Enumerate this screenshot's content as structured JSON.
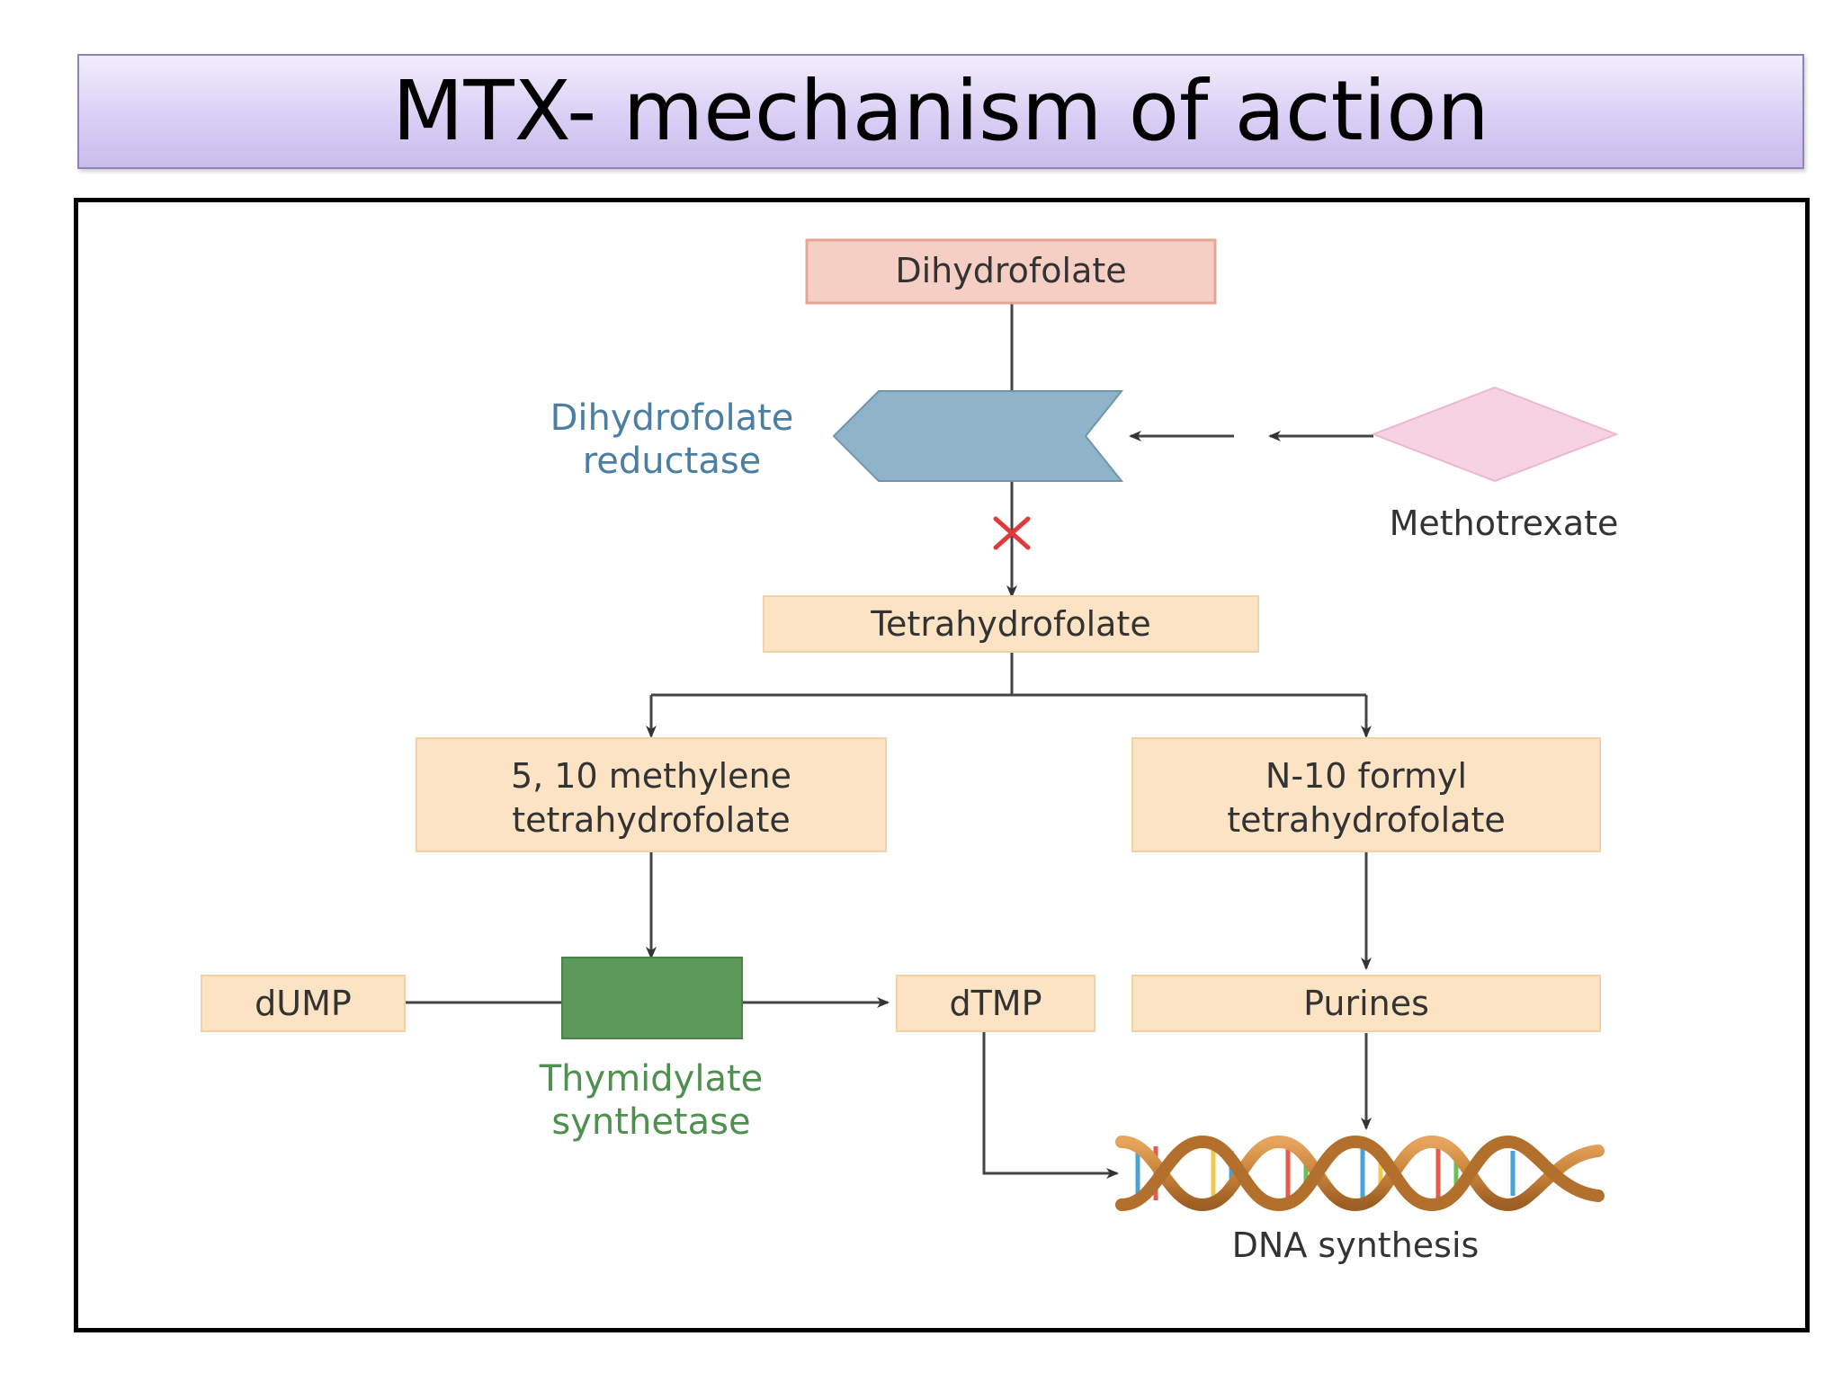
{
  "title": "MTX- mechanism of action",
  "colors": {
    "title_bar_top": "#f2eefc",
    "title_bar_bottom": "#c9bceb",
    "node_fill": "#fbe3c4",
    "node_fill_pink": "#f6cfc4",
    "enzyme_blue": "#8fb3c9",
    "enzyme_green": "#5c9a5c",
    "drug_pink": "#f7d3e2",
    "inhibit_red": "#e03a3a",
    "dna_orange": "#c9833a"
  },
  "diagram": {
    "nodes": {
      "dihydrofolate": "Dihydrofolate",
      "dhfr_line1": "Dihydrofolate",
      "dhfr_line2": "reductase",
      "methotrexate": "Methotrexate",
      "tetrahydrofolate": "Tetrahydrofolate",
      "methylene_line1": "5, 10 methylene",
      "methylene_line2": "tetrahydrofolate",
      "formyl_line1": "N-10 formyl",
      "formyl_line2": "tetrahydrofolate",
      "dump": "dUMP",
      "dtmp": "dTMP",
      "purines": "Purines",
      "ts_line1": "Thymidylate",
      "ts_line2": "synthetase",
      "dna_synthesis": "DNA synthesis"
    },
    "edges": [
      {
        "from": "Dihydrofolate",
        "to": "Dihydrofolate reductase"
      },
      {
        "from": "Dihydrofolate reductase",
        "to": "Tetrahydrofolate",
        "blocked": true
      },
      {
        "from": "Methotrexate",
        "to": "Dihydrofolate reductase",
        "type": "inhibition"
      },
      {
        "from": "Tetrahydrofolate",
        "to": "5, 10 methylene tetrahydrofolate"
      },
      {
        "from": "Tetrahydrofolate",
        "to": "N-10 formyl tetrahydrofolate"
      },
      {
        "from": "5, 10 methylene tetrahydrofolate",
        "to": "Thymidylate synthetase"
      },
      {
        "from": "dUMP",
        "to": "dTMP",
        "via": "Thymidylate synthetase"
      },
      {
        "from": "N-10 formyl tetrahydrofolate",
        "to": "Purines"
      },
      {
        "from": "Purines",
        "to": "DNA synthesis"
      },
      {
        "from": "dTMP",
        "to": "DNA synthesis"
      }
    ]
  }
}
